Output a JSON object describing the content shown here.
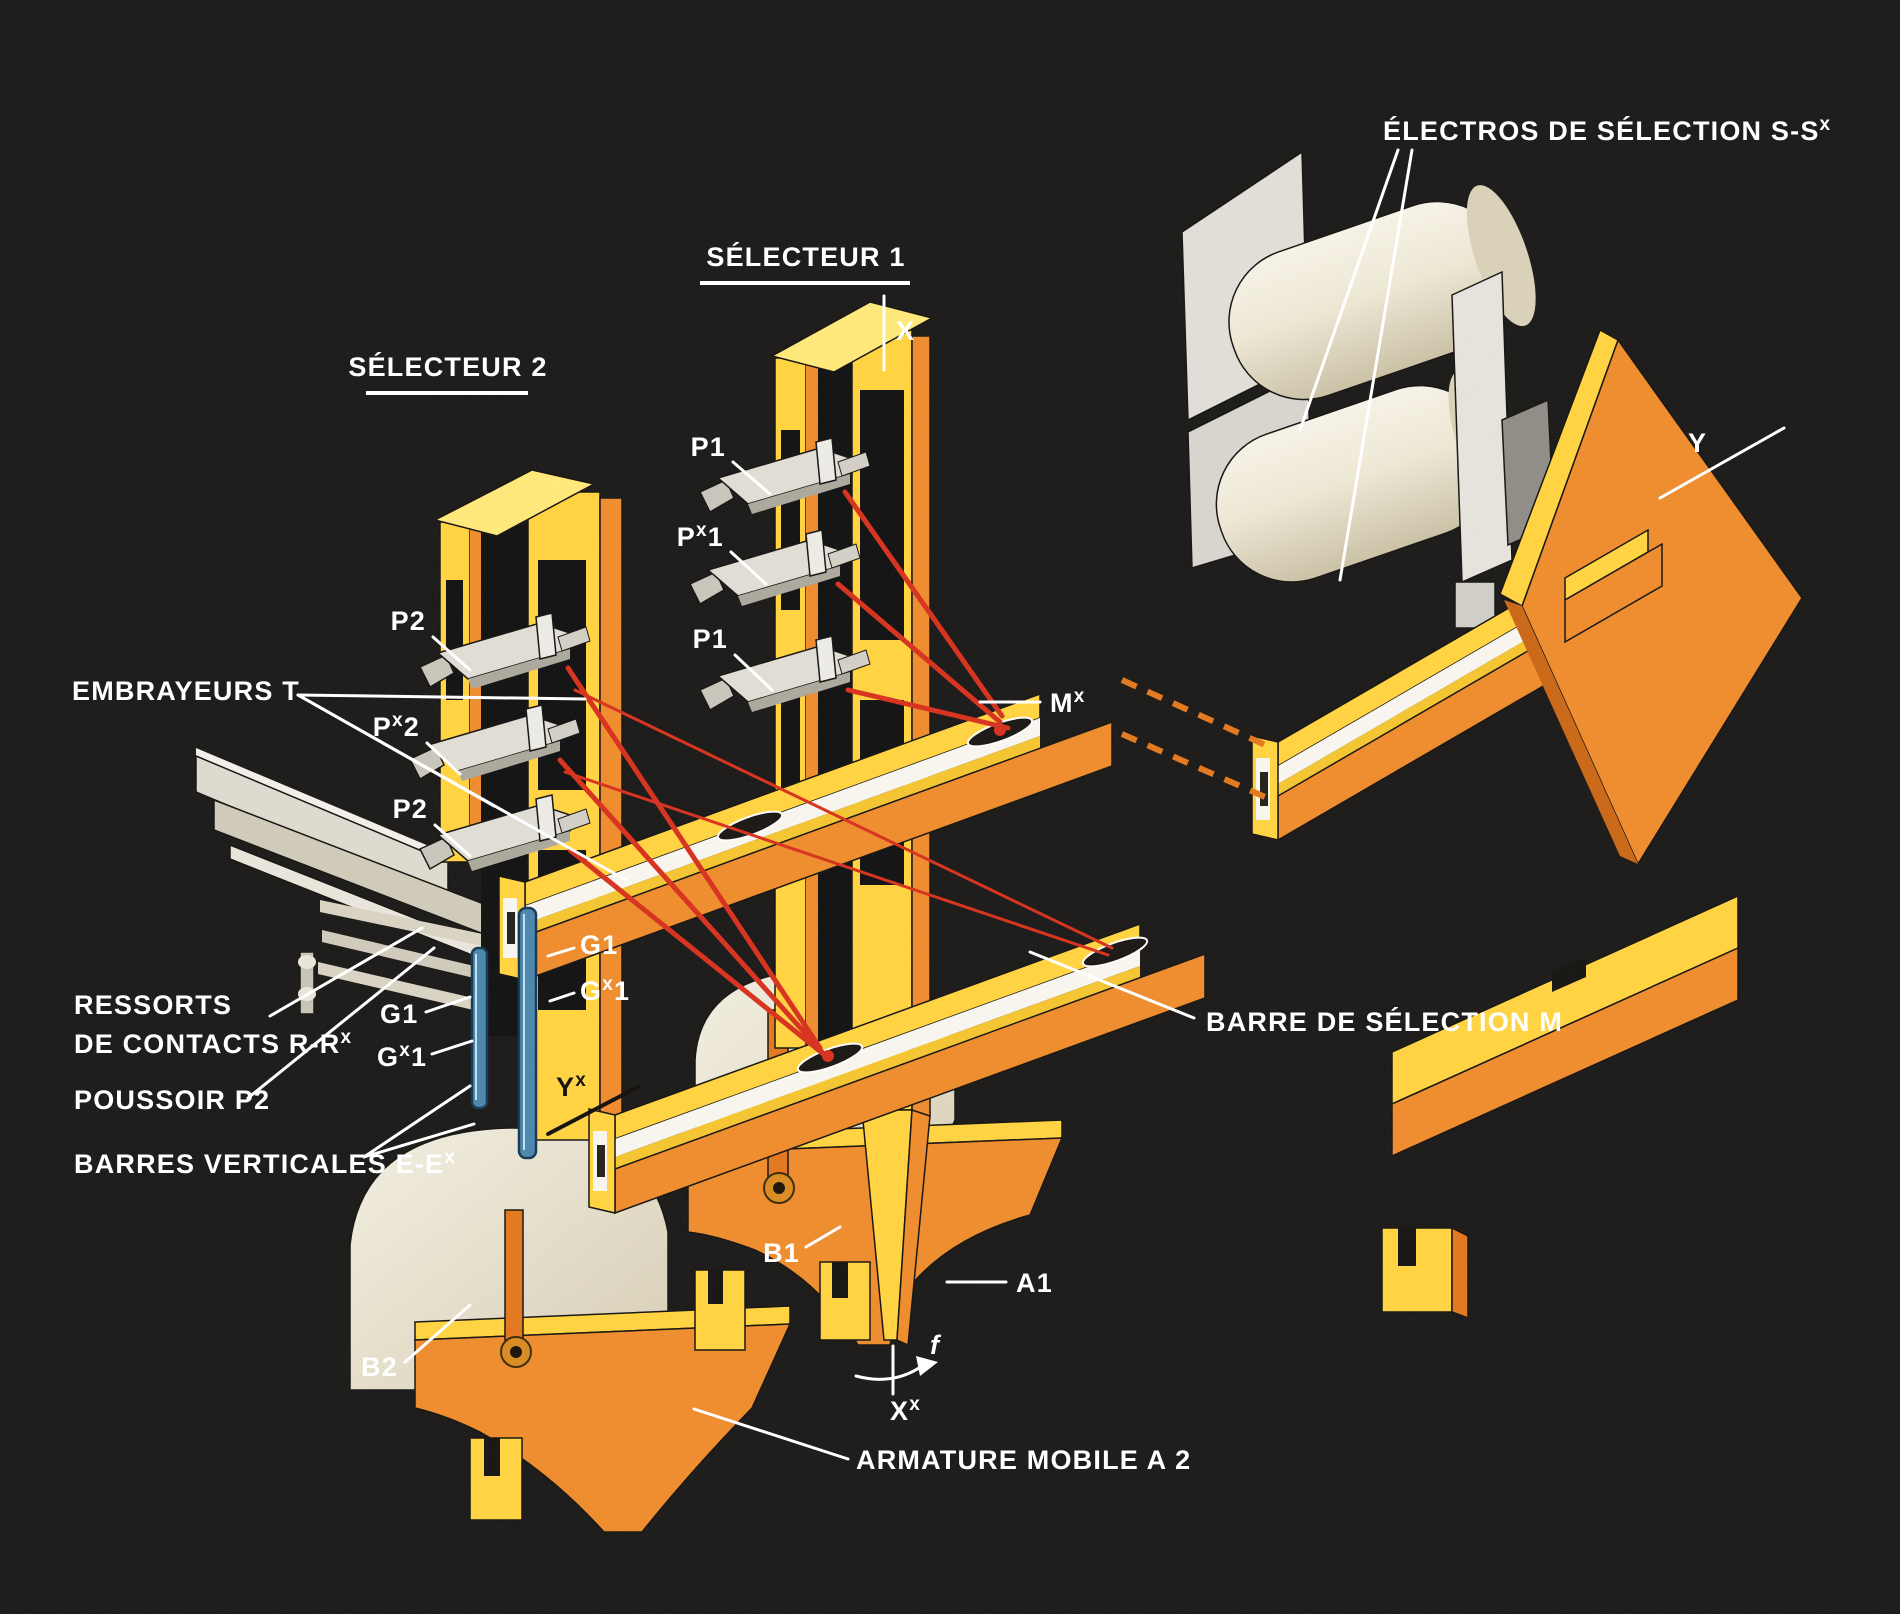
{
  "figure": {
    "type": "technical-diagram",
    "subject": "crossbar selector mechanism",
    "language": "French",
    "palette": {
      "background": "#191816",
      "frame_yellow": "#FFD23E",
      "frame_yellow_bright": "#FFE878",
      "frame_orange": "#EE8B2B",
      "frame_orange_deep": "#E2761C",
      "metal_cream": "#EDE8D8",
      "metal_grey": "#DFDCD4",
      "rod_red": "#D6301C",
      "bar_blue": "#4A85AC",
      "label_white": "#FFFFFF",
      "label_black": "#171411"
    }
  },
  "labels": {
    "electros": {
      "pre": "ÉLECTROS DE SÉLECTION S-S",
      "sup": "x"
    },
    "selecteur1": {
      "text": "SÉLECTEUR 1"
    },
    "selecteur2": {
      "text": "SÉLECTEUR 2"
    },
    "embrayeurs": {
      "text": "EMBRAYEURS T"
    },
    "ressorts": {
      "line1": "RESSORTS",
      "line2_pre": "DE CONTACTS R-R",
      "line2_sup": "x"
    },
    "poussoir": {
      "text": "POUSSOIR P2"
    },
    "barres": {
      "pre": "BARRES VERTICALES E-E",
      "sup": "x"
    },
    "barre_selection": {
      "text": "BARRE DE SÉLECTION M"
    },
    "armature": {
      "text": "ARMATURE MOBILE A 2"
    },
    "p1_top": {
      "text": "P1"
    },
    "px1": {
      "pre": "P",
      "sup": "x",
      "post": "1"
    },
    "p1_mid": {
      "text": "P1"
    },
    "p2_top": {
      "text": "P2"
    },
    "px2": {
      "pre": "P",
      "sup": "x",
      "post": "2"
    },
    "p2_mid": {
      "text": "P2"
    },
    "g1_left": {
      "text": "G1"
    },
    "gx1_left": {
      "pre": "G",
      "sup": "x",
      "post": "1"
    },
    "g1_right": {
      "text": "G1"
    },
    "gx1_right": {
      "pre": "G",
      "sup": "x",
      "post": "1"
    },
    "mx": {
      "pre": "M",
      "sup": "x"
    },
    "b1": {
      "text": "B1"
    },
    "a1": {
      "text": "A1"
    },
    "b2": {
      "text": "B2"
    },
    "f": {
      "text": "f"
    },
    "axis": {
      "x": "X",
      "y": "Y",
      "xx_pre": "X",
      "xx_sup": "x",
      "yx_pre": "Y",
      "yx_sup": "x"
    }
  }
}
